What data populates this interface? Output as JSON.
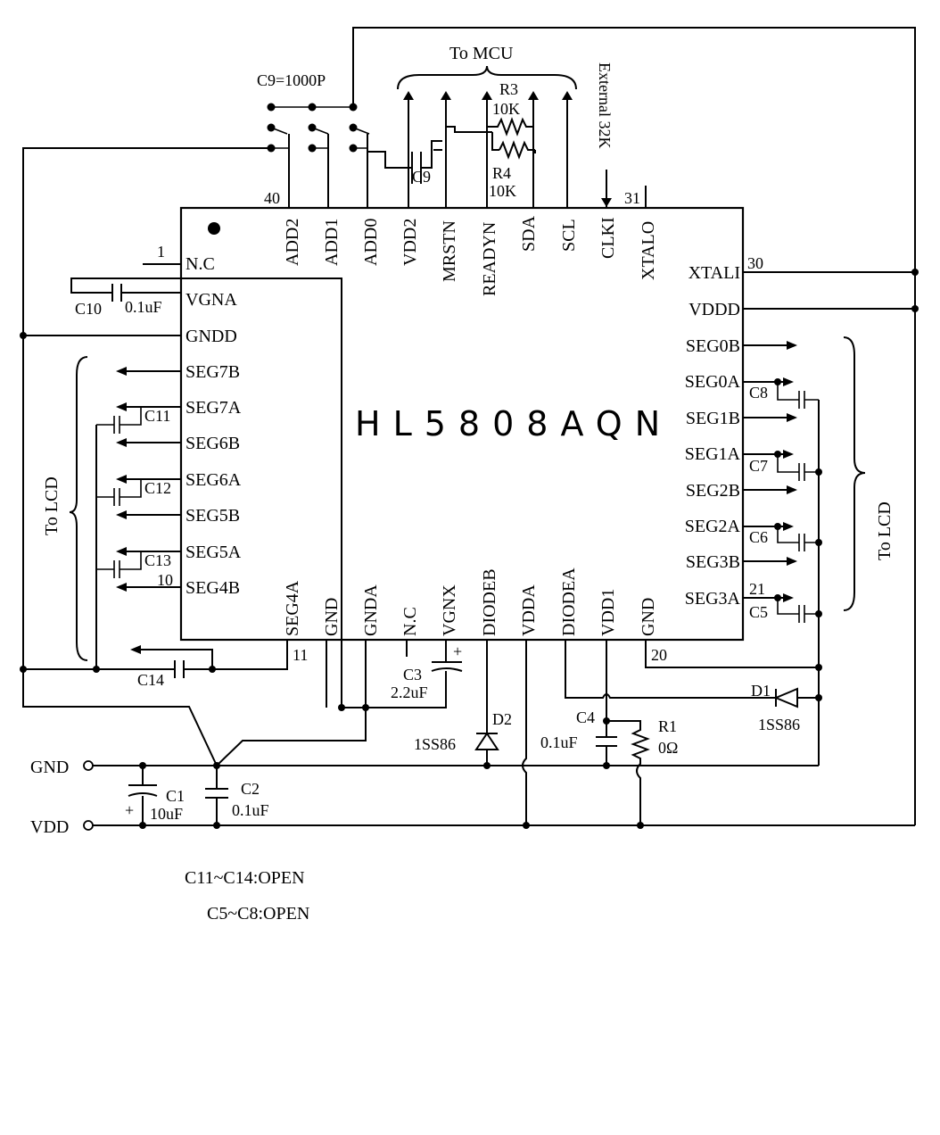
{
  "chip": {
    "name": "HL5808AQN",
    "pin_labels": {
      "top": [
        "ADD2",
        "ADD1",
        "ADD0",
        "VDD2",
        "MRSTN",
        "READYN",
        "SDA",
        "SCL",
        "CLKI",
        "XTALO"
      ],
      "left": [
        "N.C",
        "VGNA",
        "GNDD",
        "SEG7B",
        "SEG7A",
        "SEG6B",
        "SEG6A",
        "SEG5B",
        "SEG5A",
        "SEG4B"
      ],
      "right": [
        "XTALI",
        "VDDD",
        "SEG0B",
        "SEG0A",
        "SEG1B",
        "SEG1A",
        "SEG2B",
        "SEG2A",
        "SEG3B",
        "SEG3A"
      ],
      "bottom": [
        "SEG4A",
        "GND",
        "GNDA",
        "N.C",
        "VGNX",
        "DIODEB",
        "VDDA",
        "DIODEA",
        "VDD1",
        "GND"
      ]
    },
    "pin_numbers": {
      "p40": "40",
      "p31": "31",
      "p1": "1",
      "p30": "30",
      "p10": "10",
      "p21": "21",
      "p11": "11",
      "p20": "20"
    }
  },
  "annotations": {
    "to_mcu": "To  MCU",
    "external_32k": "External 32K",
    "to_lcd_left": "To LCD",
    "to_lcd_right": "To LCD",
    "c9_value": "C9=1000P",
    "note1": "C11~C14:OPEN",
    "note2": "C5~C8:OPEN"
  },
  "components": {
    "r3": {
      "ref": "R3",
      "value": "10K"
    },
    "r4": {
      "ref": "R4",
      "value": "10K"
    },
    "c9": {
      "ref": "C9"
    },
    "c10": {
      "ref": "C10",
      "value": "0.1uF"
    },
    "c11": {
      "ref": "C11"
    },
    "c12": {
      "ref": "C12"
    },
    "c13": {
      "ref": "C13"
    },
    "c14": {
      "ref": "C14"
    },
    "c8": {
      "ref": "C8"
    },
    "c7": {
      "ref": "C7"
    },
    "c6": {
      "ref": "C6"
    },
    "c5": {
      "ref": "C5"
    },
    "c3": {
      "ref": "C3",
      "value": "2.2uF"
    },
    "d2": {
      "ref": "D2",
      "part": "1SS86"
    },
    "d1": {
      "ref": "D1",
      "part": "1SS86"
    },
    "c4": {
      "ref": "C4",
      "value": "0.1uF"
    },
    "r1": {
      "ref": "R1",
      "value": "0Ω"
    },
    "c1": {
      "ref": "C1",
      "value": "10uF"
    },
    "c2": {
      "ref": "C2",
      "value": "0.1uF"
    }
  },
  "terminals": {
    "gnd": "GND",
    "vdd": "VDD"
  },
  "polarity": {
    "plus": "+"
  }
}
